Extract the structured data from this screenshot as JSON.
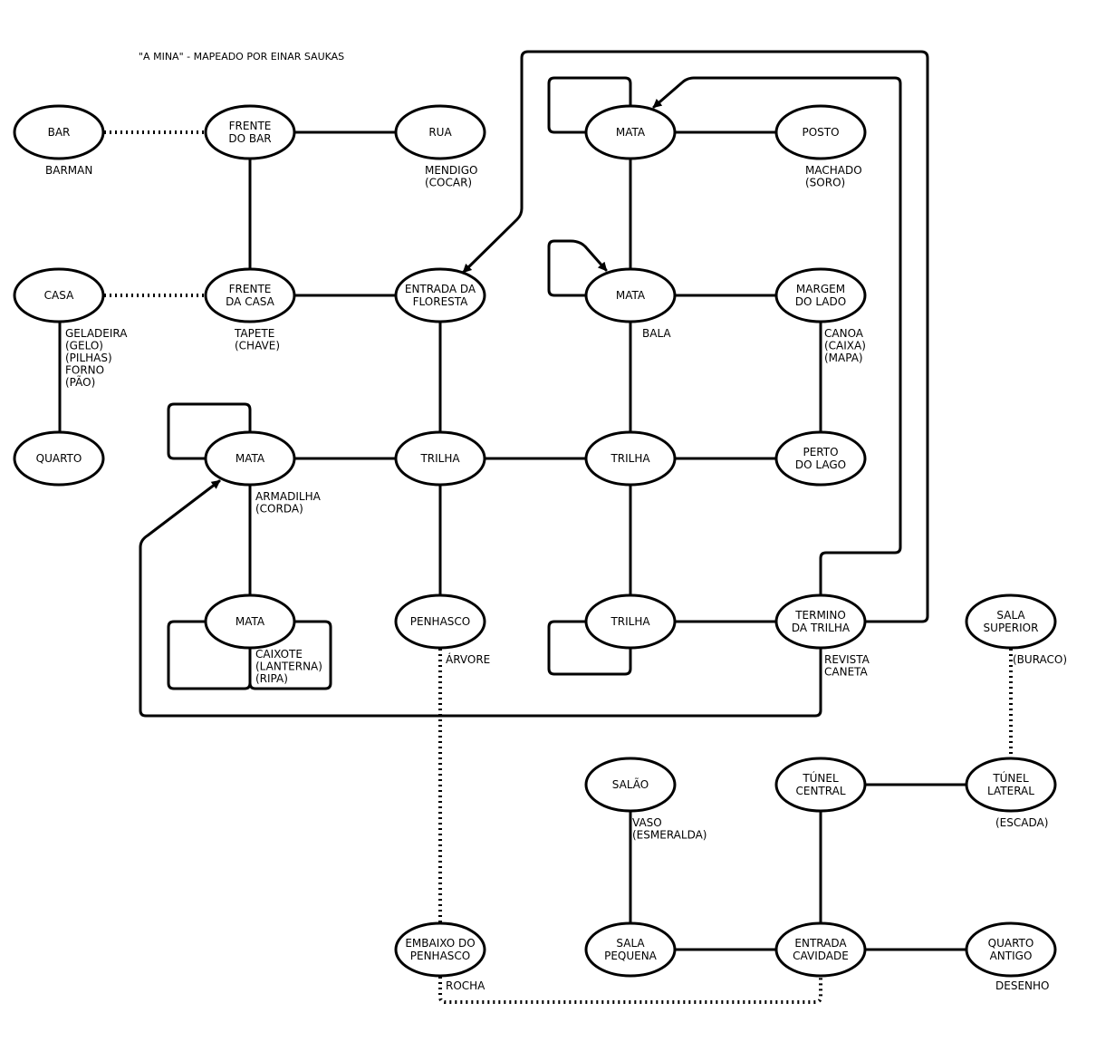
{
  "title": "\"A MINA\" - MAPEADO POR EINAR SAUKAS",
  "rooms": {
    "bar": [
      "BAR"
    ],
    "frente_bar": [
      "FRENTE",
      "DO BAR"
    ],
    "rua": [
      "RUA"
    ],
    "mata1": [
      "MATA"
    ],
    "posto": [
      "POSTO"
    ],
    "casa": [
      "CASA"
    ],
    "frente_casa": [
      "FRENTE",
      "DA CASA"
    ],
    "entrada_floresta": [
      "ENTRADA DA",
      "FLORESTA"
    ],
    "mata2": [
      "MATA"
    ],
    "margem": [
      "MARGEM",
      "DO LADO"
    ],
    "quarto": [
      "QUARTO"
    ],
    "mata3": [
      "MATA"
    ],
    "trilha1": [
      "TRILHA"
    ],
    "trilha2": [
      "TRILHA"
    ],
    "perto_lago": [
      "PERTO",
      "DO LAGO"
    ],
    "mata4": [
      "MATA"
    ],
    "penhasco": [
      "PENHASCO"
    ],
    "trilha3": [
      "TRILHA"
    ],
    "termino": [
      "TERMINO",
      "DA TRILHA"
    ],
    "sala_superior": [
      "SALA",
      "SUPERIOR"
    ],
    "salao": [
      "SALÃO"
    ],
    "tunel_central": [
      "TÚNEL",
      "CENTRAL"
    ],
    "tunel_lateral": [
      "TÚNEL",
      "LATERAL"
    ],
    "embaixo": [
      "EMBAIXO DO",
      "PENHASCO"
    ],
    "sala_pequena": [
      "SALA",
      "PEQUENA"
    ],
    "entrada_cavidade": [
      "ENTRADA",
      "CAVIDADE"
    ],
    "quarto_antigo": [
      "QUARTO",
      "ANTIGO"
    ]
  },
  "items": {
    "bar": [
      "BARMAN"
    ],
    "rua": [
      "MENDIGO",
      "(COCAR)"
    ],
    "posto": [
      "MACHADO",
      "(SORO)"
    ],
    "casa": [
      "GELADEIRA",
      "(GELO)",
      "(PILHAS)",
      "FORNO",
      "(PÃO)"
    ],
    "frente_casa": [
      "TAPETE",
      "(CHAVE)"
    ],
    "mata2": [
      "BALA"
    ],
    "margem": [
      "CANOA",
      "(CAIXA)",
      "(MAPA)"
    ],
    "mata3": [
      "ARMADILHA",
      "(CORDA)"
    ],
    "mata4": [
      "CAIXOTE",
      "(LANTERNA)",
      "(RIPA)"
    ],
    "penhasco": [
      "ÁRVORE"
    ],
    "termino": [
      "REVISTA",
      "CANETA"
    ],
    "sala_superior": [
      "(BURACO)"
    ],
    "salao": [
      "VASO",
      "(ESMERALDA)"
    ],
    "tunel_lateral": [
      "(ESCADA)"
    ],
    "embaixo": [
      "ROCHA"
    ],
    "quarto_antigo": [
      "DESENHO"
    ]
  }
}
